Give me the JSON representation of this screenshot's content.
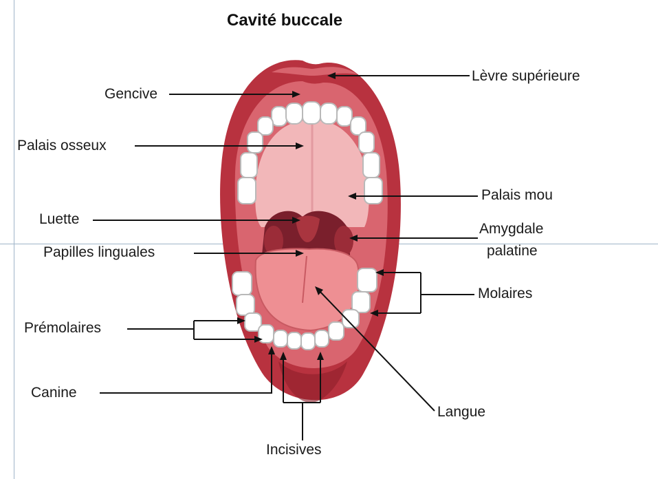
{
  "title": "Cavité buccale",
  "colors": {
    "lip": "#b8323f",
    "lip_dark": "#8e1e2a",
    "lip_highlight": "#e0707a",
    "gum": "#d9656f",
    "palate": "#f2b7b9",
    "palate_ridges": "#e39aa0",
    "throat": "#7a1f2c",
    "uvula": "#a9353f",
    "tongue": "#ee8f93",
    "tongue_edge": "#c85a62",
    "teeth": "#ffffff",
    "teeth_shadow": "#b9b9b9",
    "leader": "#111111",
    "frame": "#9fb4c8"
  },
  "labels": {
    "levre_superieure": "Lèvre supérieure",
    "gencive": "Gencive",
    "palais_osseux": "Palais osseux",
    "palais_mou": "Palais mou",
    "luette": "Luette",
    "amygdale_1": "Amygdale",
    "amygdale_2": "palatine",
    "papilles": "Papilles linguales",
    "molaires": "Molaires",
    "premolaires": "Prémolaires",
    "canine": "Canine",
    "langue": "Langue",
    "incisives": "Incisives"
  }
}
